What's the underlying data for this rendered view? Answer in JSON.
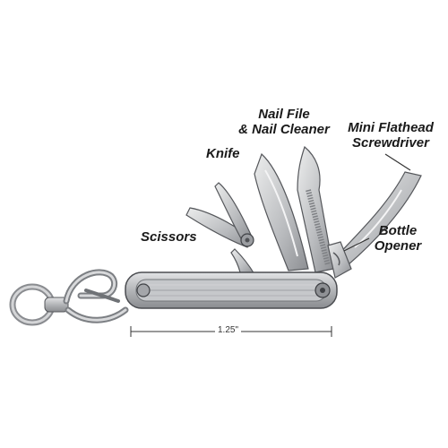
{
  "labels": {
    "nail_file_line1": "Nail File",
    "nail_file_line2": "& Nail Cleaner",
    "screwdriver_line1": "Mini Flathead",
    "screwdriver_line2": "Screwdriver",
    "knife": "Knife",
    "scissors": "Scissors",
    "bottle_opener_line1": "Bottle",
    "bottle_opener_line2": "Opener"
  },
  "dimension": "1.25\"",
  "colors": {
    "metal": "#b8babd",
    "metal_dark": "#7c7f83",
    "outline": "#4a4c50",
    "text": "#1a1a1a"
  }
}
